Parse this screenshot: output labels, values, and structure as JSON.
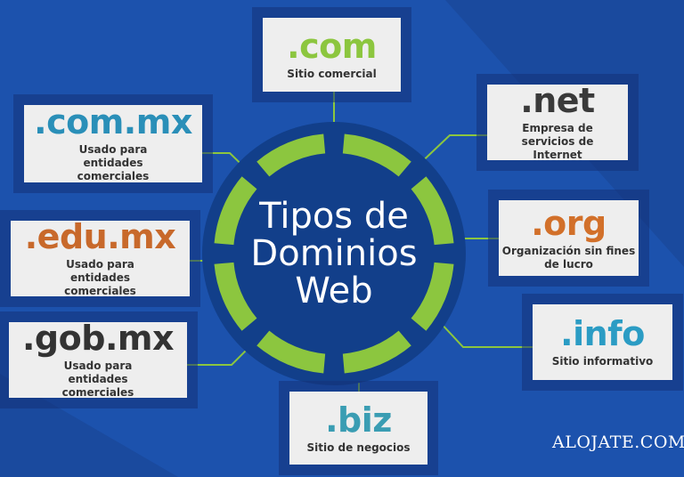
{
  "title": "Tipos de Dominios Web",
  "title_lines": [
    "Tipos de",
    "Dominios",
    "Web"
  ],
  "colors": {
    "background": "#1c52ad",
    "ring": "#8cc63f",
    "center": "#123f8a",
    "connector": "#8cc63f"
  },
  "domains": [
    {
      "tld": ".com",
      "desc": "Sitio comercial",
      "color": "#8cc63f"
    },
    {
      "tld": ".net",
      "desc": "Empresa de servicios de Internet",
      "color": "#3a3a3a"
    },
    {
      "tld": ".com.mx",
      "desc": "Usado para entidades comerciales",
      "color": "#2a8fb8"
    },
    {
      "tld": ".org",
      "desc": "Organización sin fines de lucro",
      "color": "#d2702a"
    },
    {
      "tld": ".edu.mx",
      "desc": "Usado para entidades comerciales",
      "color": "#c8692b"
    },
    {
      "tld": ".info",
      "desc": "Sitio informativo",
      "color": "#2b9cc4"
    },
    {
      "tld": ".gob.mx",
      "desc": "Usado para entidades comerciales",
      "color": "#333333"
    },
    {
      "tld": ".biz",
      "desc": "Sitio de negocios",
      "color": "#3a9db3"
    }
  ],
  "logo": "ALOJATE.COM"
}
